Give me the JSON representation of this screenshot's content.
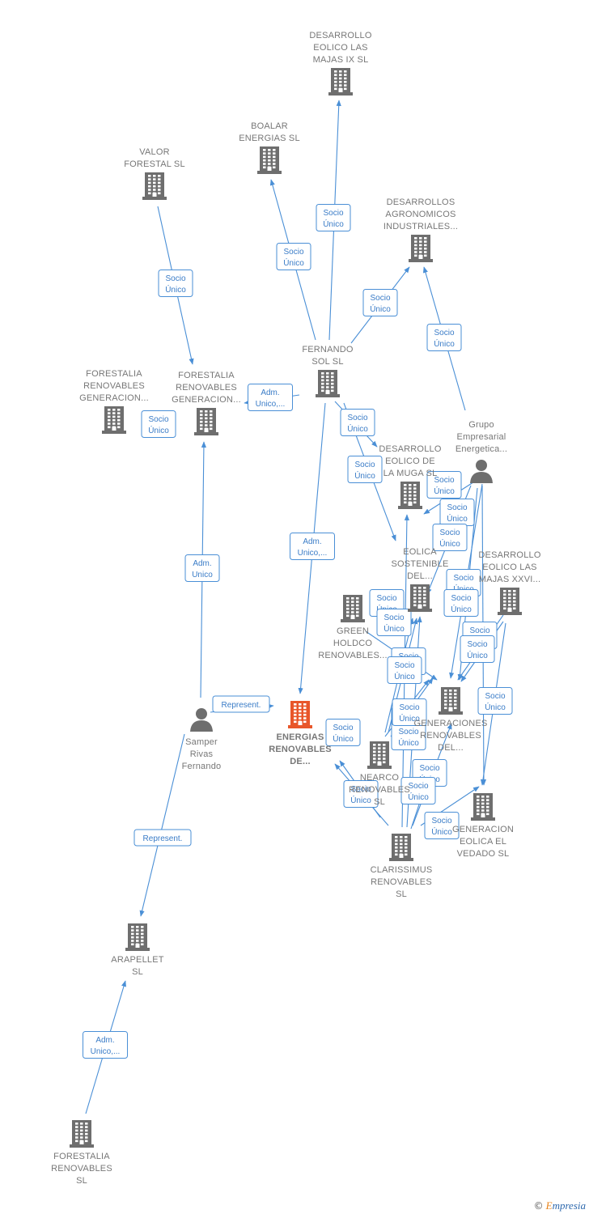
{
  "nodes": [
    {
      "id": "dlm9",
      "type": "company",
      "lines": [
        "DESARROLLO",
        "EOLICO LAS",
        "MAJAS IX  SL"
      ]
    },
    {
      "id": "boalar",
      "type": "company",
      "lines": [
        "BOALAR",
        "ENERGIAS  SL"
      ]
    },
    {
      "id": "valor",
      "type": "company",
      "lines": [
        "VALOR",
        "FORESTAL SL"
      ]
    },
    {
      "id": "dai",
      "type": "company",
      "lines": [
        "DESARROLLOS",
        "AGRONOMICOS",
        "INDUSTRIALES..."
      ]
    },
    {
      "id": "fernando",
      "type": "company",
      "lines": [
        "FERNANDO",
        "SOL SL"
      ]
    },
    {
      "id": "frg1",
      "type": "company",
      "lines": [
        "FORESTALIA",
        "RENOVABLES",
        "GENERACION..."
      ]
    },
    {
      "id": "frg2",
      "type": "company",
      "lines": [
        "FORESTALIA",
        "RENOVABLES",
        "GENERACION..."
      ]
    },
    {
      "id": "grupo",
      "type": "person",
      "lines": [
        "Grupo",
        "Empresarial",
        "Energetica..."
      ]
    },
    {
      "id": "muga",
      "type": "company",
      "lines": [
        "DESARROLLO",
        "EOLICO DE",
        "LA MUGA SL"
      ]
    },
    {
      "id": "eolica",
      "type": "company",
      "lines": [
        "EOLICA",
        "SOSTENIBLE",
        "DEL..."
      ]
    },
    {
      "id": "dlm26",
      "type": "company",
      "lines": [
        "DESARROLLO",
        "EOLICO LAS",
        "MAJAS XXVI..."
      ]
    },
    {
      "id": "green",
      "type": "company",
      "lines": [
        "GREEN",
        "HOLDCO",
        "RENOVABLES..."
      ]
    },
    {
      "id": "generaciones",
      "type": "company",
      "lines": [
        "GENERACIONES",
        "RENOVABLES",
        "DEL..."
      ]
    },
    {
      "id": "samper",
      "type": "person",
      "lines": [
        "Samper",
        "Rivas",
        "Fernando"
      ]
    },
    {
      "id": "energias",
      "type": "company",
      "focus": true,
      "lines": [
        "ENERGIAS",
        "RENOVABLES",
        "DE..."
      ]
    },
    {
      "id": "nearco",
      "type": "company",
      "lines": [
        "NEARCO",
        "RENOVABLES",
        "SL"
      ]
    },
    {
      "id": "vedado",
      "type": "company",
      "lines": [
        "GENERACION",
        "EOLICA EL",
        "VEDADO SL"
      ]
    },
    {
      "id": "clarissimus",
      "type": "company",
      "lines": [
        "CLARISSIMUS",
        "RENOVABLES",
        "SL"
      ]
    },
    {
      "id": "arapellet",
      "type": "company",
      "lines": [
        "ARAPELLET",
        "SL"
      ]
    },
    {
      "id": "forestalia",
      "type": "company",
      "lines": [
        "FORESTALIA",
        "RENOVABLES",
        "SL"
      ]
    }
  ],
  "edges": [
    {
      "from": "fernando",
      "to": "dlm9",
      "label": [
        "Socio",
        "Único"
      ]
    },
    {
      "from": "fernando",
      "to": "boalar",
      "label": [
        "Socio",
        "Único"
      ]
    },
    {
      "from": "fernando",
      "to": "dai",
      "label": [
        "Socio",
        "Único"
      ]
    },
    {
      "from": "valor",
      "to": "frg2",
      "label": [
        "Socio",
        "Único"
      ]
    },
    {
      "from": "grupo",
      "to": "dai",
      "label": [
        "Socio",
        "Único"
      ]
    },
    {
      "from": "fernando",
      "to": "frg2",
      "label": [
        "Adm.",
        "Unico,..."
      ]
    },
    {
      "from": "frg1",
      "to": "frg1",
      "label": [
        "Socio",
        "Único"
      ]
    },
    {
      "from": "fernando",
      "to": "muga",
      "label": [
        "Socio",
        "Único"
      ]
    },
    {
      "from": "fernando",
      "to": "eolica",
      "label": [
        "Socio",
        "Único"
      ]
    },
    {
      "from": "fernando",
      "to": "energias",
      "label": [
        "Adm.",
        "Unico,..."
      ]
    },
    {
      "from": "samper",
      "to": "frg2",
      "label": [
        "Adm.",
        "Unico"
      ]
    },
    {
      "from": "samper",
      "to": "energias",
      "label": [
        "Represent."
      ]
    },
    {
      "from": "samper",
      "to": "arapellet",
      "label": [
        "Represent."
      ]
    },
    {
      "from": "forestalia",
      "to": "arapellet",
      "label": [
        "Adm.",
        "Unico,..."
      ]
    },
    {
      "from": "grupo",
      "to": "muga",
      "label": [
        "Socio",
        "Único"
      ]
    },
    {
      "from": "grupo",
      "to": "eolica",
      "label": [
        "Socio",
        "Único"
      ]
    },
    {
      "from": "grupo",
      "to": "generaciones",
      "label": [
        "Socio",
        "Único"
      ]
    },
    {
      "from": "grupo",
      "to": "vedado",
      "label": [
        "Socio",
        "Único"
      ]
    },
    {
      "from": "grupo",
      "to": "generaciones",
      "label": [
        "Socio",
        "Único"
      ]
    },
    {
      "from": "dlm26",
      "to": "generaciones",
      "label": [
        "Socio",
        "Único"
      ]
    },
    {
      "from": "dlm26",
      "to": "generaciones",
      "label": [
        "Socio",
        "Único"
      ]
    },
    {
      "from": "dlm26",
      "to": "vedado",
      "label": [
        "Socio",
        "Único"
      ]
    },
    {
      "from": "nearco",
      "to": "eolica",
      "label": [
        "Socio",
        "Único"
      ]
    },
    {
      "from": "nearco",
      "to": "eolica",
      "label": [
        "Socio",
        "Único"
      ]
    },
    {
      "from": "nearco",
      "to": "generaciones",
      "label": [
        "Socio",
        "Único"
      ]
    },
    {
      "from": "nearco",
      "to": "generaciones",
      "label": [
        "Socio",
        "Único"
      ]
    },
    {
      "from": "clarissimus",
      "to": "energias",
      "label": [
        "Socio",
        "Único"
      ]
    },
    {
      "from": "clarissimus",
      "to": "energias",
      "label": [
        "Socio",
        "Único"
      ]
    },
    {
      "from": "clarissimus",
      "to": "muga",
      "label": [
        "Socio",
        "Único"
      ]
    },
    {
      "from": "clarissimus",
      "to": "eolica",
      "label": [
        "Socio",
        "Único"
      ]
    },
    {
      "from": "clarissimus",
      "to": "generaciones",
      "label": [
        "Socio",
        "Único"
      ]
    },
    {
      "from": "clarissimus",
      "to": "vedado",
      "label": [
        "Socio",
        "Único"
      ]
    },
    {
      "from": "clarissimus",
      "to": "generaciones",
      "label": [
        "Socio",
        "Único"
      ]
    },
    {
      "from": "green",
      "to": "generaciones",
      "label": [
        "Socio",
        "Único"
      ]
    }
  ],
  "colors": {
    "edge": "#4a8fd6",
    "node": "#6e6e6e",
    "focus": "#e8562a",
    "label": "#777777"
  },
  "footer": {
    "copyright": "©",
    "brand_first": "E",
    "brand_rest": "mpresia"
  }
}
